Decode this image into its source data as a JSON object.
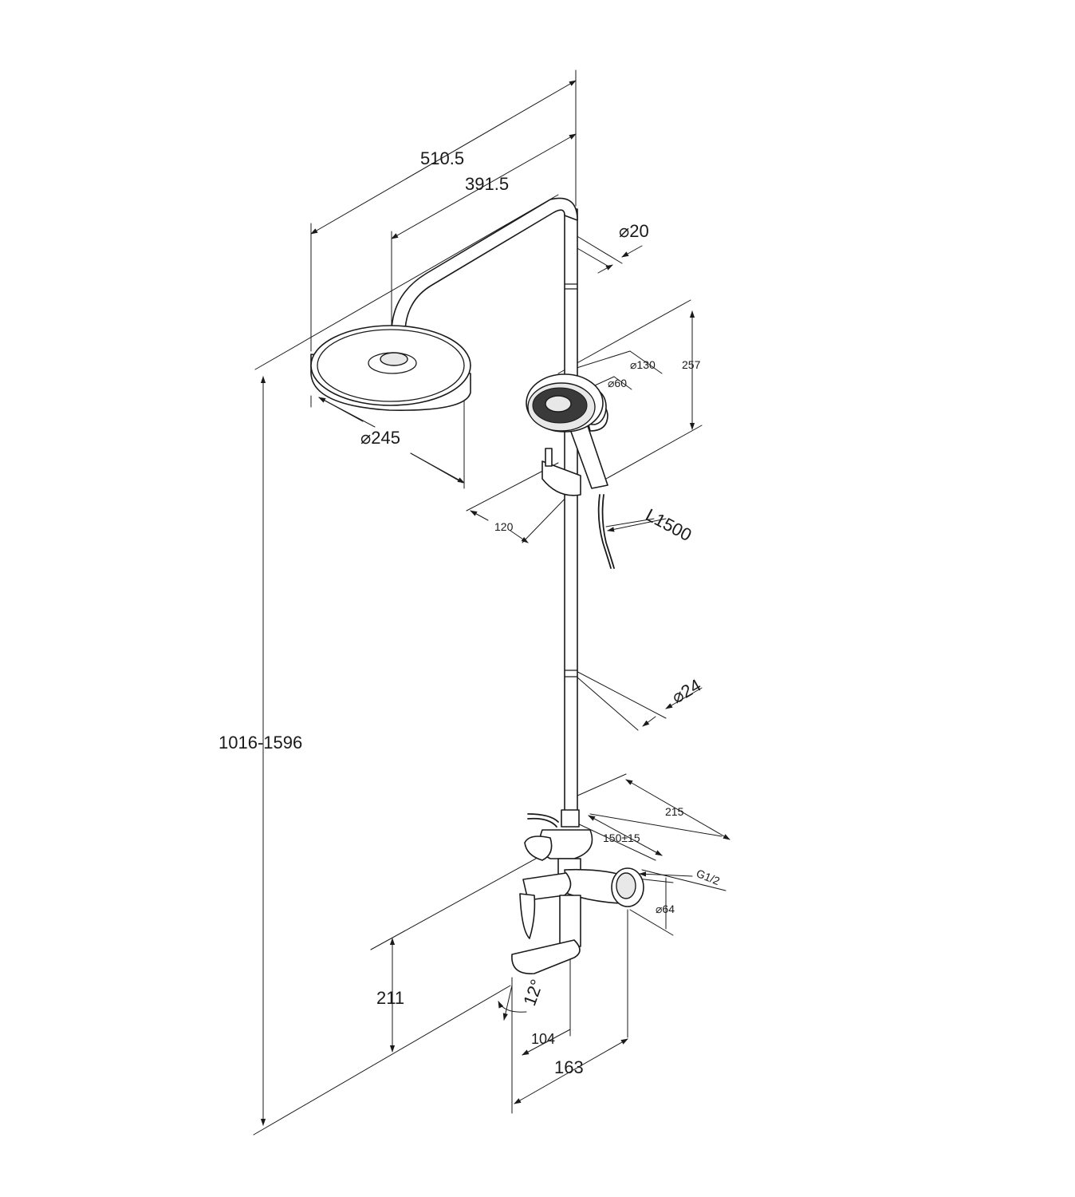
{
  "dimensions": {
    "d510": "510.5",
    "d391": "391.5",
    "d20": "⌀20",
    "d130": "⌀130",
    "d60": "⌀60",
    "d257": "257",
    "d245": "⌀245",
    "d120": "120",
    "dL1500": "L1500",
    "d24": "⌀24",
    "d1016": "1016-1596",
    "d215": "215",
    "d150": "150±15",
    "dG12": "G1/2",
    "d64": "⌀64",
    "d211": "211",
    "d12deg": "12°",
    "d104": "104",
    "d163": "163"
  }
}
